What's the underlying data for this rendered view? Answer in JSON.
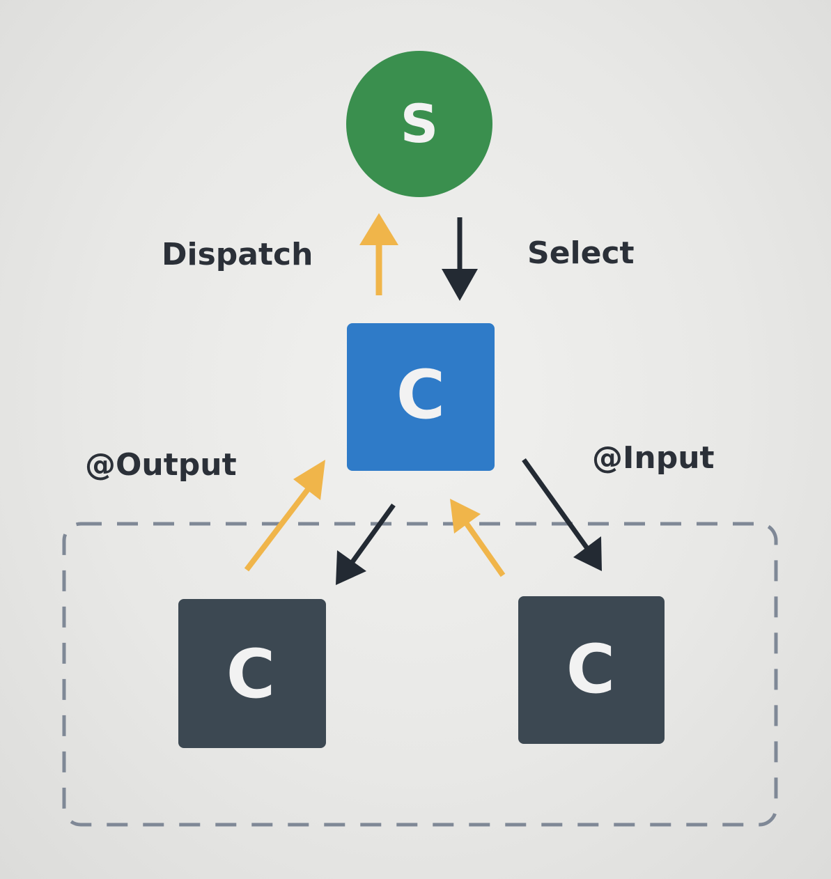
{
  "nodes": {
    "store": {
      "letter": "S",
      "color": "#3a8f4e"
    },
    "parent": {
      "letter": "C",
      "color": "#2f7bc8"
    },
    "child_left": {
      "letter": "C",
      "color": "#3c4852"
    },
    "child_right": {
      "letter": "C",
      "color": "#3c4852"
    }
  },
  "labels": {
    "dispatch": "Dispatch",
    "select": "Select",
    "output": "@Output",
    "input": "@Input"
  },
  "colors": {
    "up_arrow": "#f0b54a",
    "down_arrow": "#232a33",
    "dashed_border": "#7f8896"
  }
}
